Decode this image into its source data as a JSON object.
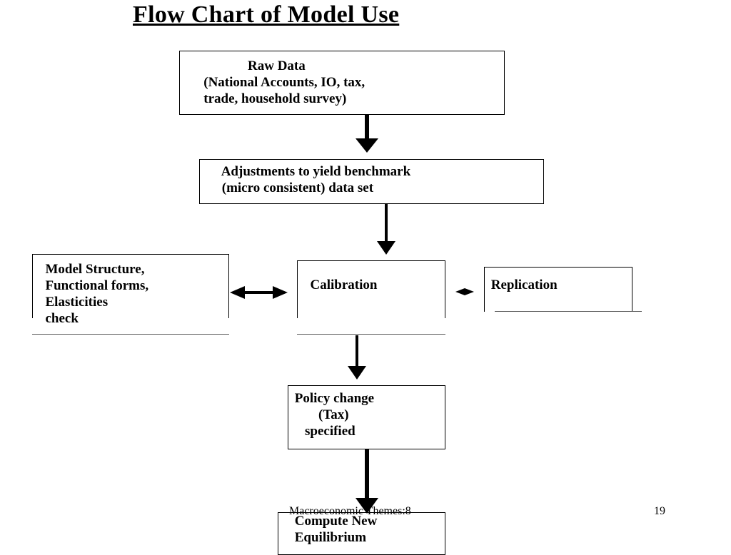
{
  "slide": {
    "title": "Flow Chart of Model Use",
    "footer_text": "Macroeconomic Themes:8",
    "page_number": "19"
  },
  "flowchart": {
    "nodes": {
      "raw_data": "                    Raw Data\n       (National Accounts, IO, tax,\n       trade, household survey)",
      "adjustments": " Adjustments to yield benchmark\n (micro consistent) data set",
      "model_structure": "  Model Structure,\n  Functional forms,\n  Elasticities\n  check",
      "calibration": "  Calibration",
      "replication": " Replication",
      "policy_change": " Policy change\n        (Tax)\n    specified",
      "compute": " Compute New\n Equilibrium"
    },
    "edges": [
      {
        "from": "raw_data",
        "to": "adjustments",
        "type": "directed"
      },
      {
        "from": "adjustments",
        "to": "calibration",
        "type": "directed"
      },
      {
        "from": "model_structure",
        "to": "calibration",
        "type": "bidirectional"
      },
      {
        "from": "replication",
        "to": "calibration",
        "type": "bidirectional"
      },
      {
        "from": "calibration",
        "to": "policy_change",
        "type": "directed"
      },
      {
        "from": "policy_change",
        "to": "compute",
        "type": "directed"
      }
    ]
  }
}
